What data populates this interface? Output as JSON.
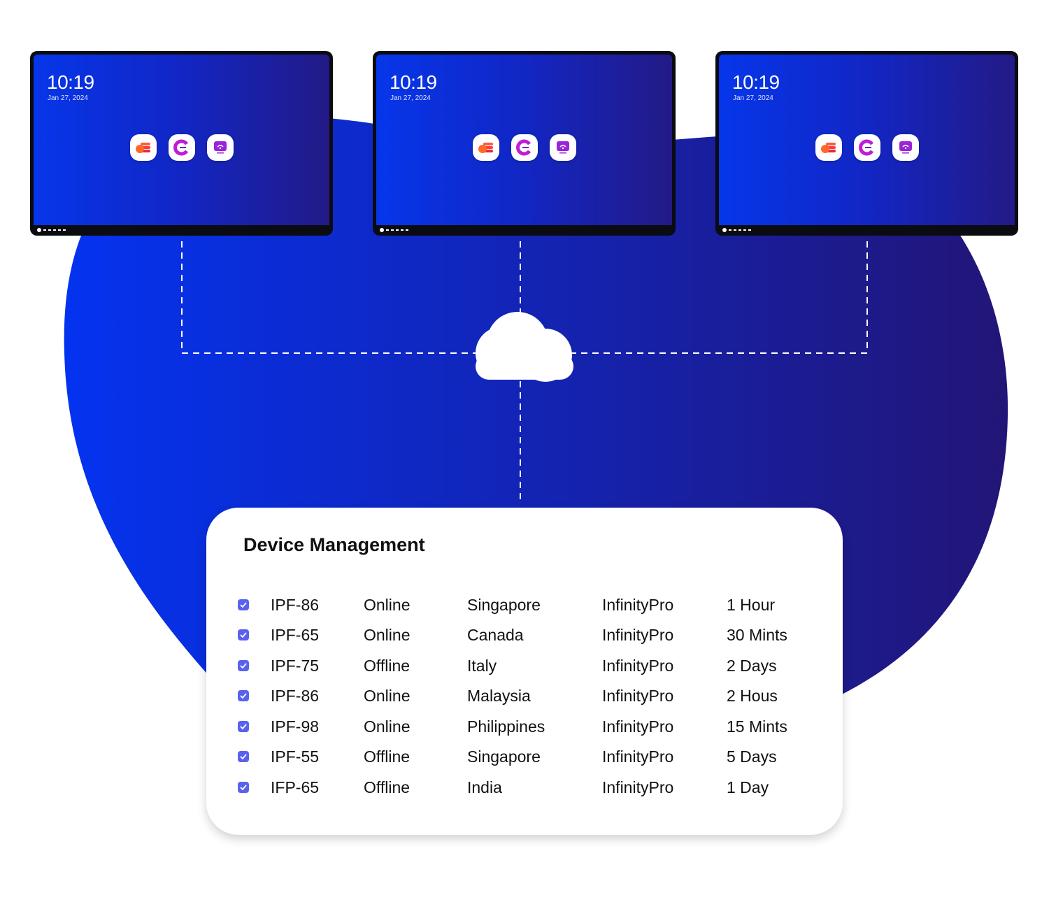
{
  "screens": [
    {
      "time": "10:19",
      "date": "Jan 27, 2024"
    },
    {
      "time": "10:19",
      "date": "Jan 27, 2024"
    },
    {
      "time": "10:19",
      "date": "Jan 27, 2024"
    }
  ],
  "app_icons": [
    "stack-app-icon",
    "c-app-icon",
    "wifi-cast-app-icon"
  ],
  "card": {
    "title": "Device Management",
    "rows": [
      {
        "id": "IPF-86",
        "status": "Online",
        "location": "Singapore",
        "model": "InfinityPro",
        "time": "1 Hour"
      },
      {
        "id": "IPF-65",
        "status": "Online",
        "location": "Canada",
        "model": "InfinityPro",
        "time": "30 Mints"
      },
      {
        "id": "IPF-75",
        "status": "Offline",
        "location": "Italy",
        "model": "InfinityPro",
        "time": "2 Days"
      },
      {
        "id": "IPF-86",
        "status": "Online",
        "location": "Malaysia",
        "model": "InfinityPro",
        "time": "2 Hous"
      },
      {
        "id": "IPF-98",
        "status": "Online",
        "location": "Philippines",
        "model": "InfinityPro",
        "time": "15 Mints"
      },
      {
        "id": "IPF-55",
        "status": "Offline",
        "location": "Singapore",
        "model": "InfinityPro",
        "time": "5 Days"
      },
      {
        "id": "IFP-65",
        "status": "Offline",
        "location": "India",
        "model": "InfinityPro",
        "time": "1 Day"
      }
    ]
  },
  "colors": {
    "blob_start": "#0433f0",
    "blob_end": "#221577",
    "checkbox": "#5a61f0"
  }
}
